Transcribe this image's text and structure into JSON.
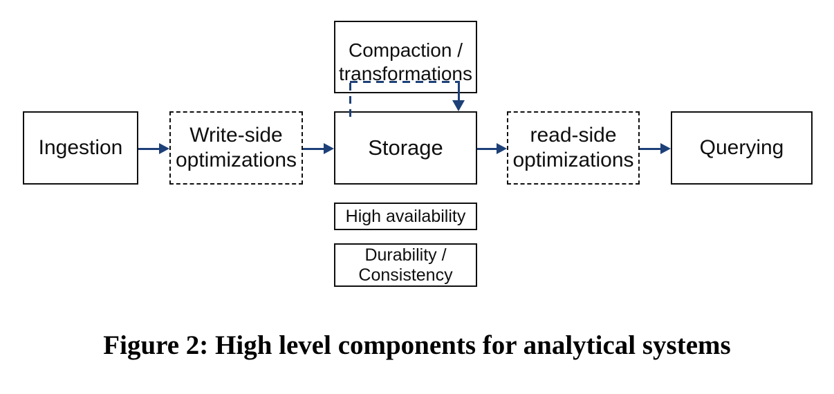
{
  "figure": {
    "caption": "Figure 2: High level components for analytical systems"
  },
  "diagram": {
    "nodes": {
      "ingestion": {
        "label": "Ingestion",
        "border": "solid"
      },
      "write_side": {
        "line1": "Write-side",
        "line2": "optimizations",
        "border": "dashed"
      },
      "storage": {
        "label": "Storage",
        "border": "solid"
      },
      "read_side": {
        "line1": "read-side",
        "line2": "optimizations",
        "border": "dashed"
      },
      "querying": {
        "label": "Querying",
        "border": "solid"
      },
      "compaction": {
        "line1": "Compaction /",
        "line2": "transformations",
        "border": "solid"
      },
      "high_availability": {
        "label": "High availability",
        "border": "solid"
      },
      "durability": {
        "line1": "Durability /",
        "line2": "Consistency",
        "border": "solid"
      }
    },
    "edges": [
      {
        "from": "ingestion",
        "to": "write_side",
        "style": "solid-arrow"
      },
      {
        "from": "write_side",
        "to": "storage",
        "style": "solid-arrow"
      },
      {
        "from": "storage",
        "to": "read_side",
        "style": "solid-arrow"
      },
      {
        "from": "read_side",
        "to": "querying",
        "style": "solid-arrow"
      },
      {
        "from": "storage",
        "to": "storage",
        "via": "compaction",
        "style": "dashed-arrow-loop"
      }
    ],
    "colors": {
      "arrow": "#1d4078",
      "box_border": "#0f0f0f",
      "text": "#0f0f0f",
      "background": "#ffffff"
    }
  }
}
